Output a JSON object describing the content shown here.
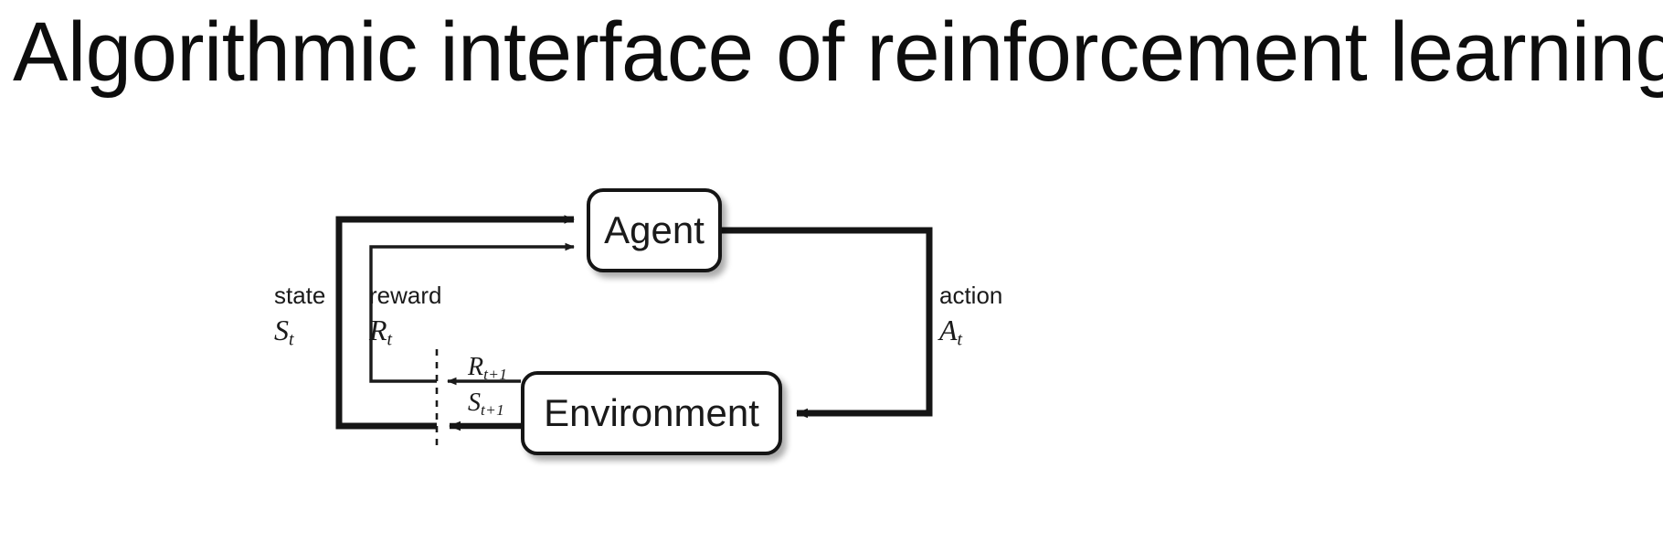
{
  "slide": {
    "title": "Algorithmic interface of reinforcement learning",
    "background_color": "#ffffff",
    "text_color": "#0d0d0d"
  },
  "diagram": {
    "kind": "agent-environment-interaction-loop",
    "line_color": "#151515",
    "nodes": [
      {
        "id": "agent",
        "label": "Agent"
      },
      {
        "id": "environment",
        "label": "Environment"
      }
    ],
    "labels": {
      "state_word": "state",
      "state_symbol": "S",
      "state_subscript": "t",
      "reward_word": "reward",
      "reward_symbol": "R",
      "reward_subscript": "t",
      "action_word": "action",
      "action_symbol": "A",
      "action_subscript": "t",
      "next_reward_symbol": "R",
      "next_reward_subscript": "t+1",
      "next_state_symbol": "S",
      "next_state_subscript": "t+1"
    },
    "edges": [
      {
        "from": "environment",
        "to": "agent",
        "carries": "state"
      },
      {
        "from": "environment",
        "to": "agent",
        "carries": "reward"
      },
      {
        "from": "agent",
        "to": "environment",
        "carries": "action"
      },
      {
        "from": "environment",
        "to": "boundary",
        "carries": "next_reward"
      },
      {
        "from": "environment",
        "to": "boundary",
        "carries": "next_state"
      }
    ],
    "time_step_divider": "dashed"
  }
}
